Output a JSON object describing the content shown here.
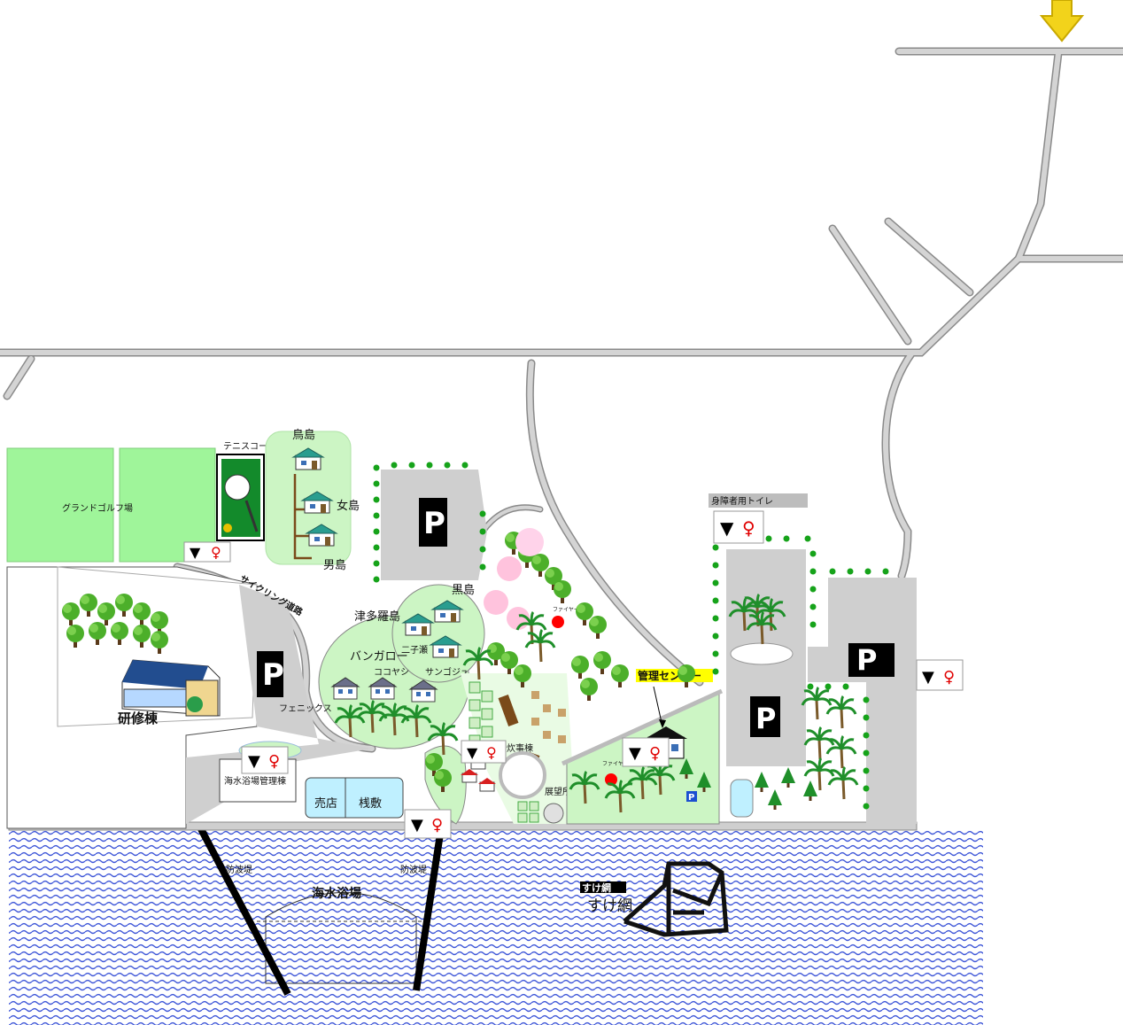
{
  "labels": {
    "grand_golf": "グランドゴルフ場",
    "tennis": "テニスコート",
    "torishima": "鳥島",
    "mejima": "女島",
    "ojima": "男島",
    "cycling_road": "サイクリング道路",
    "kenshu": "研修棟",
    "kaisui_kanri": "海水浴場管理棟",
    "baiten": "売店",
    "sajiki": "桟敷",
    "kuroshima": "黒島",
    "tsutarajima": "津多羅島",
    "futagose": "二子瀬",
    "bungalow": "バンガロー",
    "cocoyashi": "ココヤシ",
    "sangoju": "サンゴジュ",
    "phoenix": "フェニックス",
    "suisanto": "炊事棟",
    "tenbosho": "展望所",
    "kanri_center": "管理センター",
    "shogai_toilet": "身障者用トイレ",
    "bohatei_left": "防波堤",
    "bohatei_right": "防波堤",
    "kaisuiyokujo": "海水浴場",
    "sukeami_tag": "すけ網",
    "sukeami": "すけ網",
    "parking": "P",
    "fire": "ファイヤー"
  },
  "icons": {
    "destination_arrow": "down-arrow-icon",
    "toilet": "toilet-icon",
    "parking": "parking-icon",
    "tree": "tree-icon",
    "palm": "palm-tree-icon",
    "cabin": "cabin-icon",
    "campfire": "campfire-icon"
  },
  "colors": {
    "road": "#c8c8c8",
    "road_edge": "#8a8a8a",
    "lot": "#cfcfcf",
    "grass": "#ccf5c4",
    "field": "#9ff59a",
    "sea": "#5b6ee0",
    "arrow": "#f2d31b",
    "toilet_male": "#000000",
    "toilet_female": "#e00000",
    "fire": "#ff0000",
    "highlight": "#ffff00"
  }
}
